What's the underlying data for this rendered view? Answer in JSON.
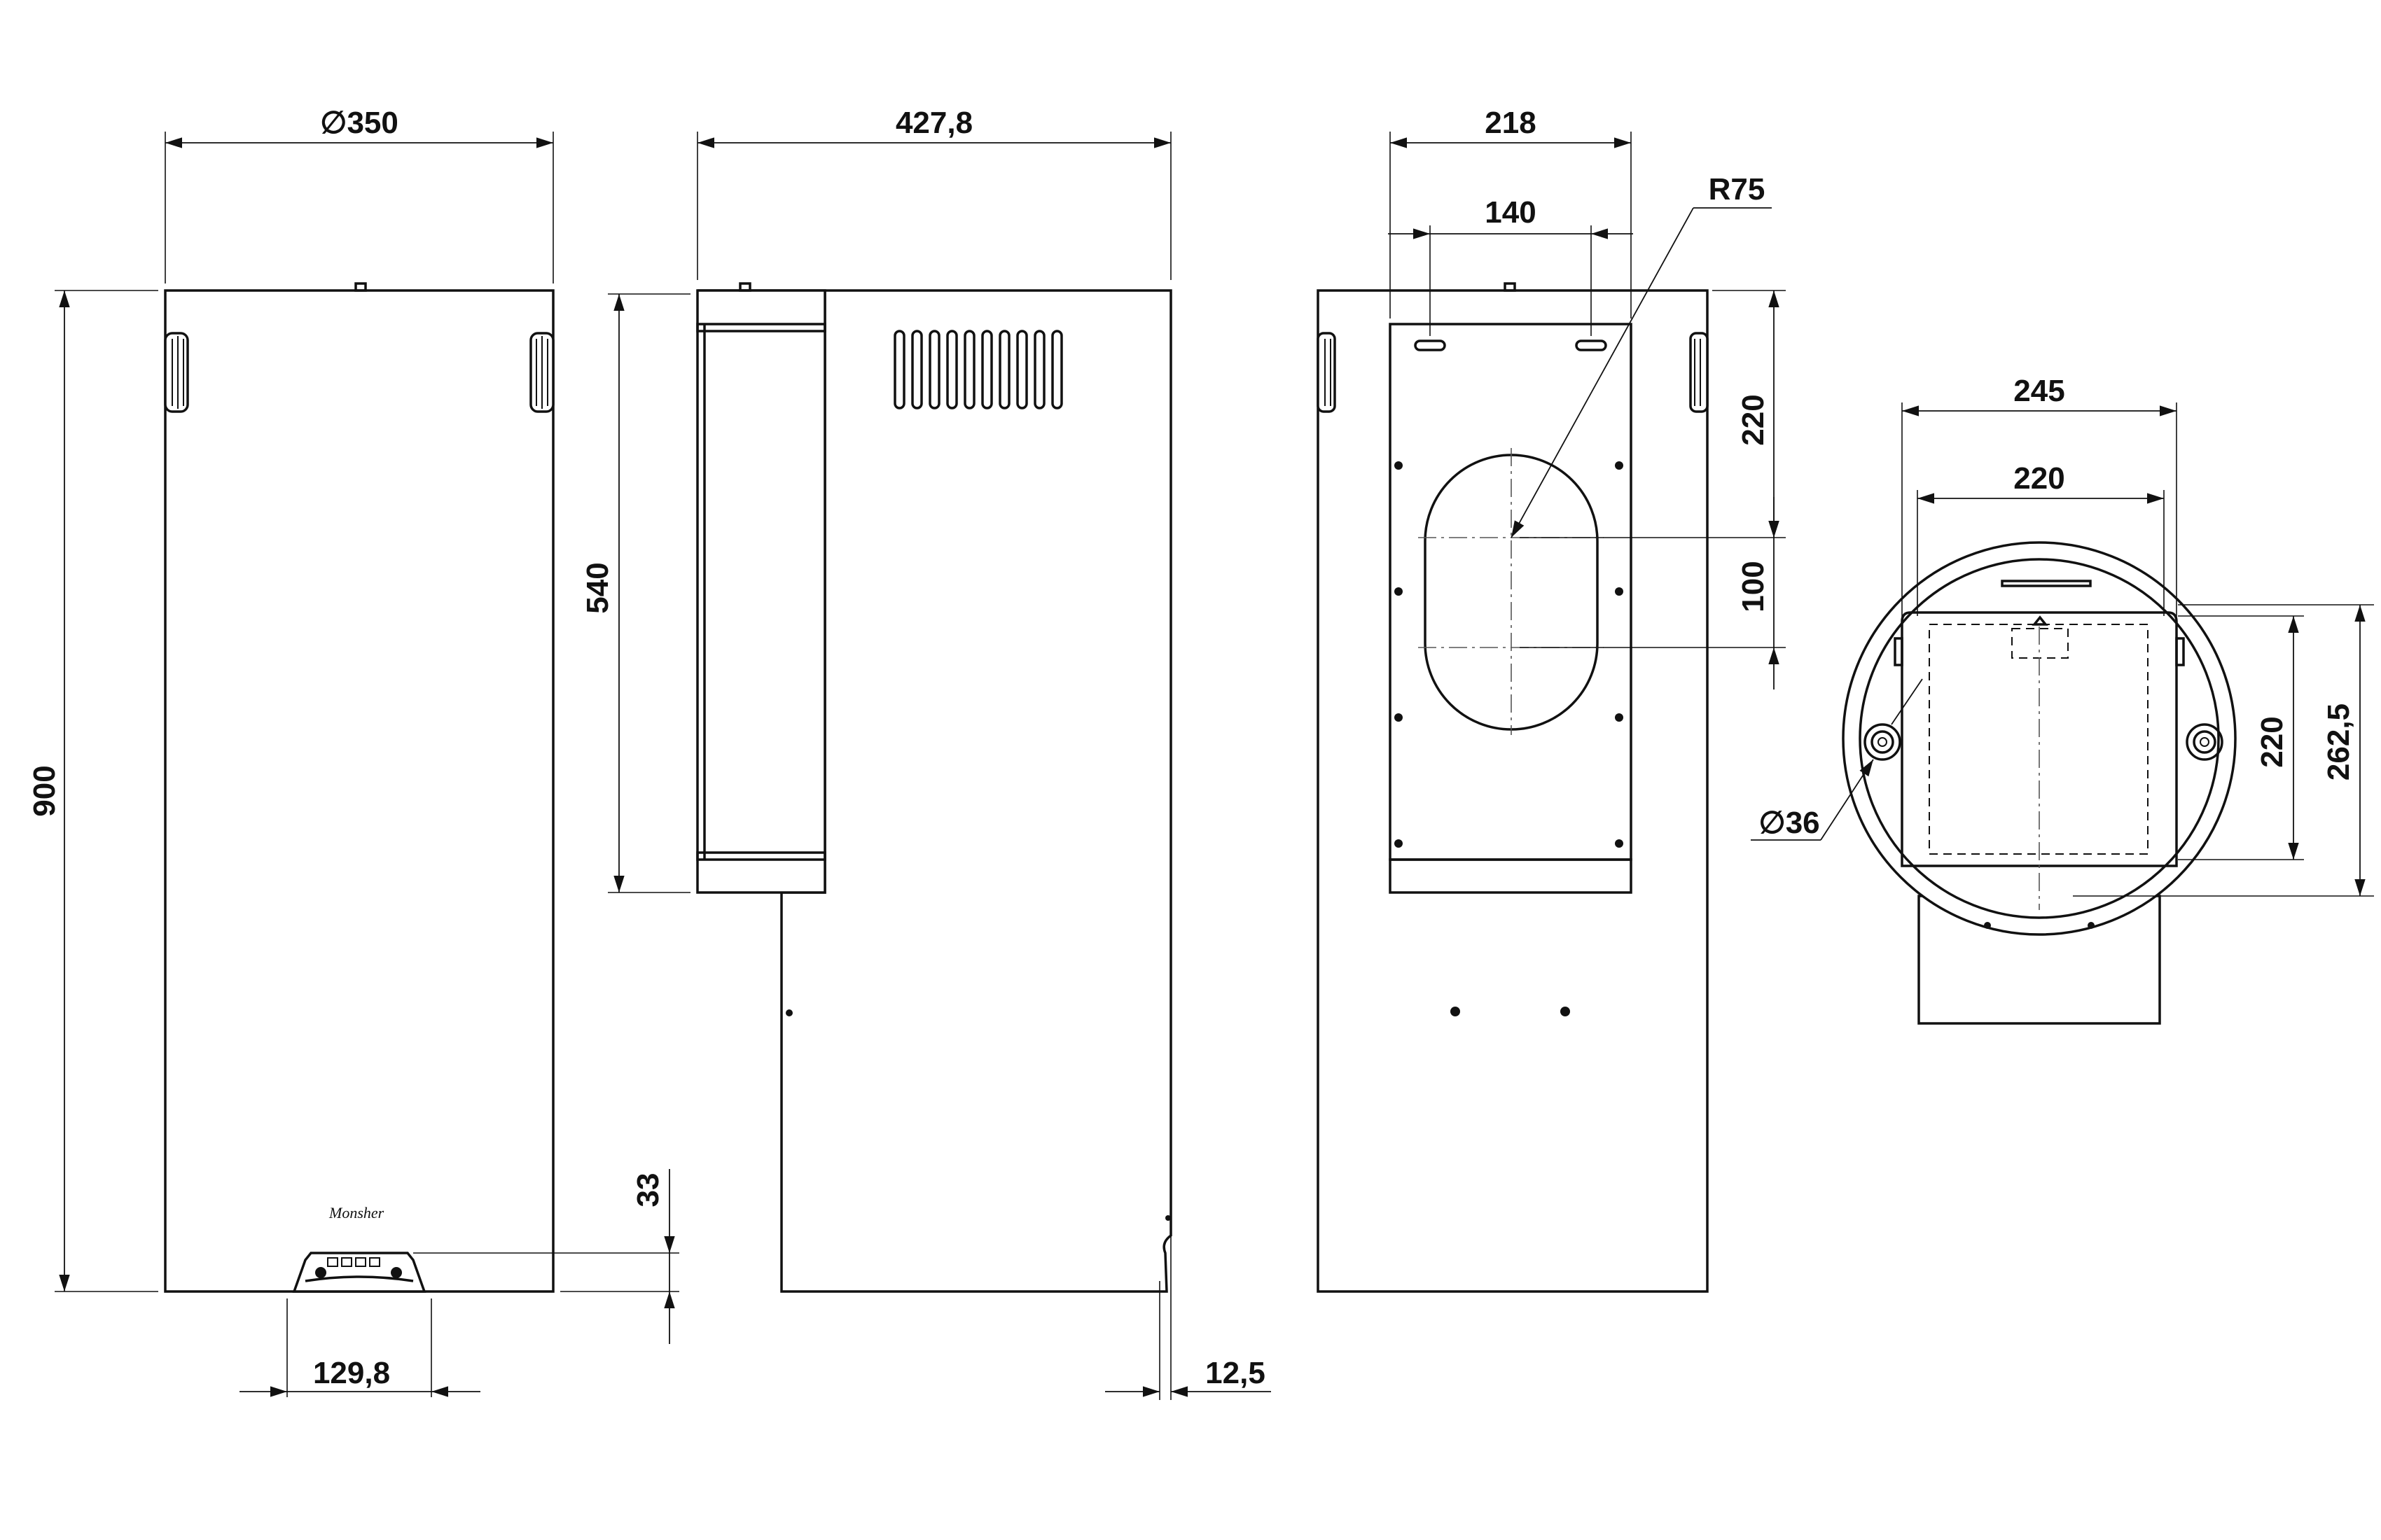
{
  "dimensions": {
    "front_width": "∅350",
    "side_depth": "427,8",
    "rear_plate_width": "218",
    "slot_spacing": "140",
    "outlet_radius": "R75",
    "total_height": "900",
    "wall_plate_height": "540",
    "outlet_offset_top": "220",
    "outlet_spacing": "100",
    "control_height": "33",
    "control_width": "129,8",
    "side_offset": "12,5",
    "top_outer_width": "245",
    "top_inner_width": "220",
    "top_inner_depth": "220",
    "top_outer_depth": "262,5",
    "pipe_diameter": "∅36"
  },
  "logo_text": "Monsher"
}
